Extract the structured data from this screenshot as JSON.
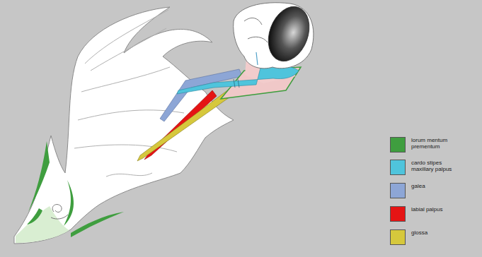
{
  "diagram": {
    "legend": [
      {
        "text": "lorum mentum prementum",
        "color": "#3f9e3f"
      },
      {
        "text": "cardo stipes maxillary palpus",
        "color": "#4fc4dc"
      },
      {
        "text": "galea",
        "color": "#8da6d6"
      },
      {
        "text": "labial palpus",
        "color": "#e51414"
      },
      {
        "text": "glossa",
        "color": "#d6c83c"
      }
    ]
  }
}
